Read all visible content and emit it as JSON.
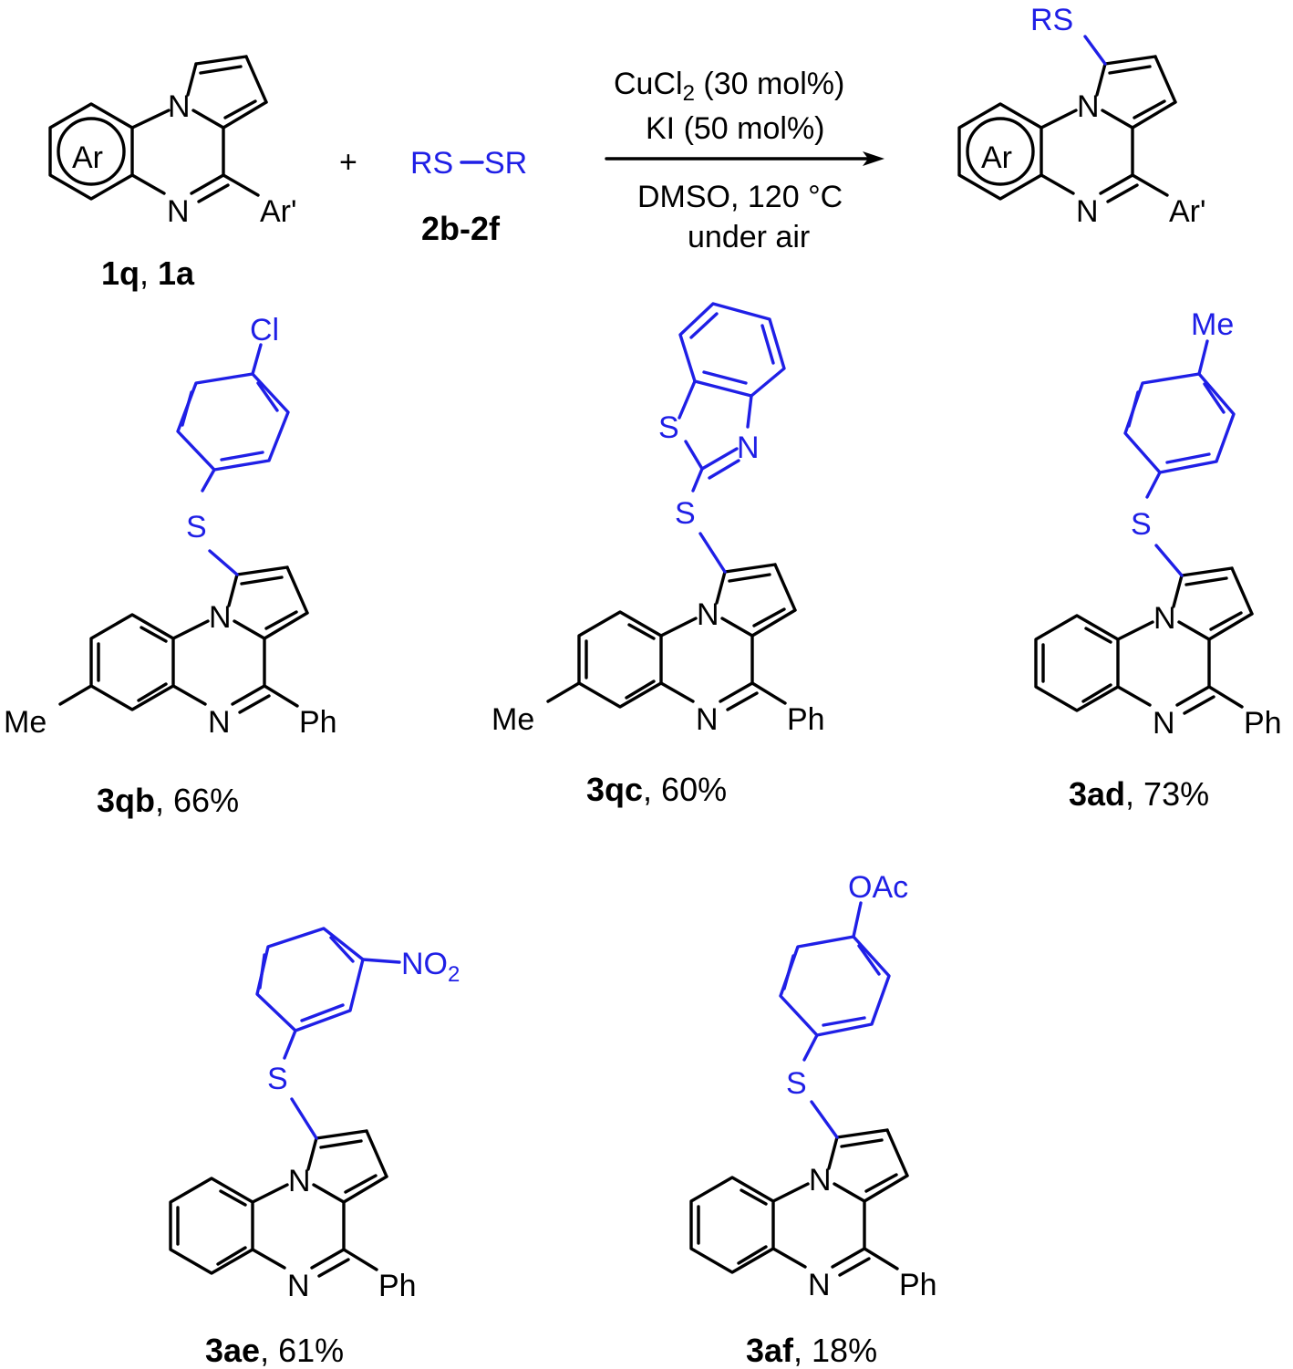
{
  "scheme": {
    "reactant1": {
      "ring_label": "Ar",
      "aryl": "Ar'",
      "n_atom": "N",
      "label_a": "1q",
      "label_sep": ", ",
      "label_b": "1a"
    },
    "plus": "+",
    "reagent": {
      "formula_left": "RS",
      "formula_right": "SR",
      "label_a": "2b",
      "label_sep": "-",
      "label_b": "2f"
    },
    "conditions": {
      "line1_prefix": "CuCl",
      "line1_sub": "2",
      "line1_suffix": " (30 mol%)",
      "line2": "KI (50 mol%)",
      "line3": "DMSO, 120 °C",
      "line4": "under air"
    },
    "product": {
      "substituent": "RS",
      "ring_label": "Ar",
      "aryl": "Ar'",
      "n_atom": "N"
    }
  },
  "compounds": [
    {
      "id": "3qb",
      "yield": ", 66%",
      "substituent": "Cl",
      "sulfur": "S",
      "n_atom": "N",
      "aryl": "Ph",
      "methyl": "Me"
    },
    {
      "id": "3qc",
      "yield": ", 60%",
      "ring_s": "S",
      "ring_n": "N",
      "sulfur": "S",
      "n_atom": "N",
      "aryl": "Ph",
      "methyl": "Me"
    },
    {
      "id": "3ad",
      "yield": ", 73%",
      "substituent": "Me",
      "sulfur": "S",
      "n_atom": "N",
      "aryl": "Ph"
    },
    {
      "id": "3ae",
      "yield": ", 61%",
      "substituent_main": "NO",
      "substituent_sub": "2",
      "sulfur": "S",
      "n_atom": "N",
      "aryl": "Ph"
    },
    {
      "id": "3af",
      "yield": ", 18%",
      "substituent": "OAc",
      "sulfur": "S",
      "n_atom": "N",
      "aryl": "Ph"
    }
  ],
  "colors": {
    "bond": "#000000",
    "substituent": "#1f1fe6"
  }
}
